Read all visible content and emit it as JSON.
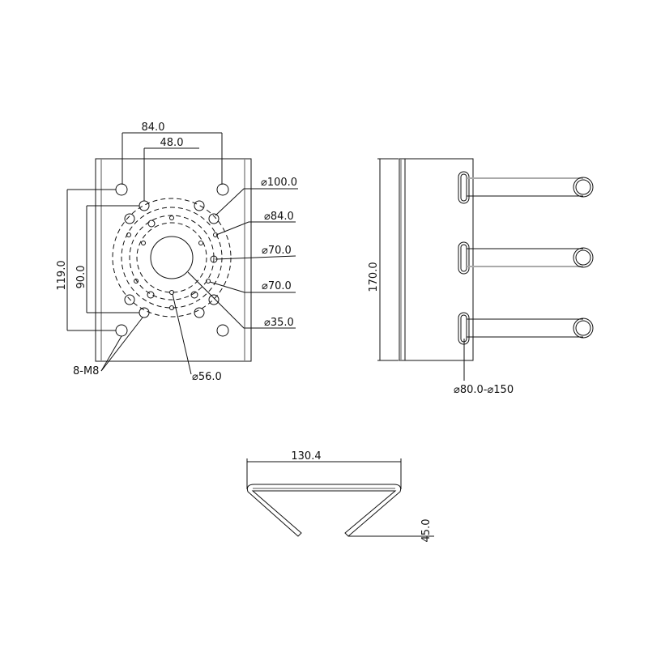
{
  "front_view": {
    "dims": {
      "width_outer": "84.0",
      "width_inner": "48.0",
      "height_outer": "119.0",
      "height_inner": "90.0"
    },
    "callouts": [
      "⌀100.0",
      "⌀84.0",
      "⌀70.0",
      "⌀70.0",
      "⌀35.0",
      "⌀56.0"
    ],
    "holes_label": "8-M8"
  },
  "side_view": {
    "height": "170.0",
    "pole_range": "⌀80.0-⌀150"
  },
  "top_view": {
    "width": "130.4",
    "depth": "45.0"
  }
}
